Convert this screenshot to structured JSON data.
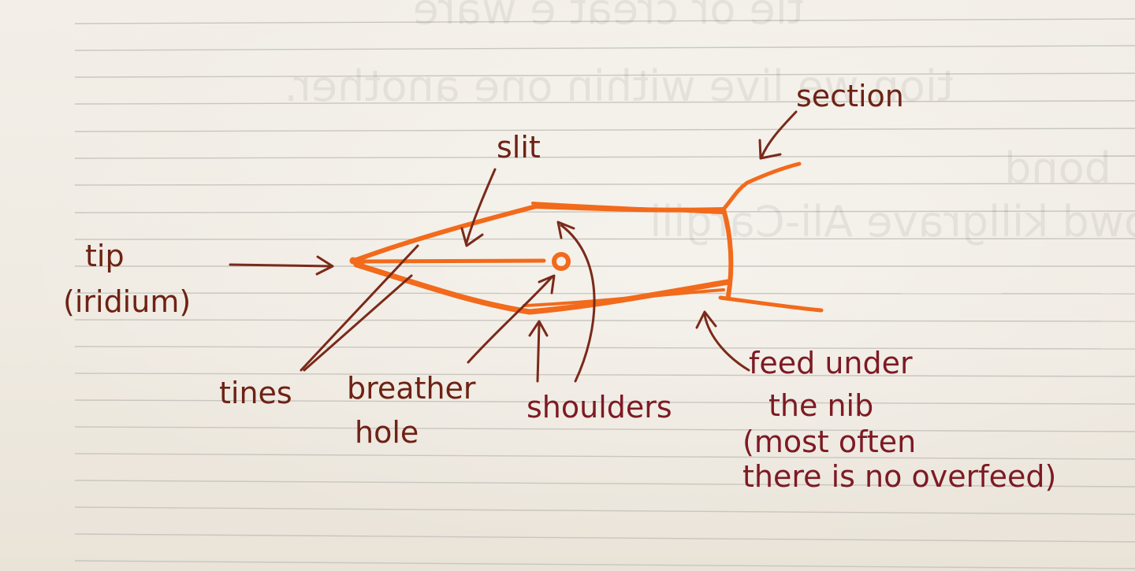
{
  "labels": {
    "section": "section",
    "slit": "slit",
    "tip": "tip",
    "tip_material": "(iridium)",
    "tines": "tines",
    "breather_hole_line1": "breather",
    "breather_hole_line2": "hole",
    "shoulders": "shoulders",
    "feed_line1": "feed under",
    "feed_line2": "the nib",
    "feed_line3": "(most often",
    "feed_line4": "there is no overfeed)"
  },
  "background_text": [
    "tle or creat e ware",
    "tion we live within one another.",
    "bond",
    "rowd killgrave Ali-Cargill"
  ],
  "colors": {
    "nib_ink": "#f26a1b",
    "label_ink": "#6e2214",
    "paper": "#f1ede5",
    "rule_lines": "#c9c6c0"
  }
}
